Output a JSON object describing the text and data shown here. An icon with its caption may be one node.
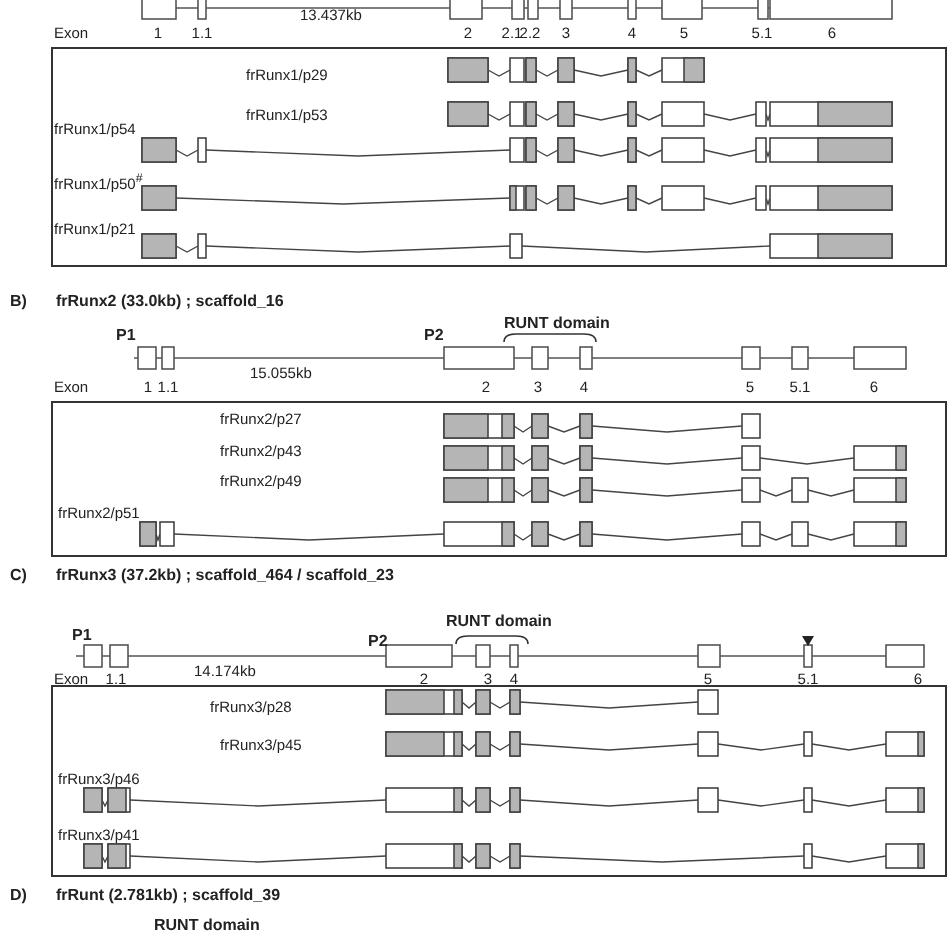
{
  "diagram": {
    "labels": [
      "13.437kb",
      "Exon",
      "1",
      "1.1",
      "2",
      "2.1",
      "2.2",
      "3",
      "4",
      "5",
      "5.1",
      "6",
      "frRunx1/p29",
      "frRunx1/p53",
      "frRunx1/p54",
      "frRunx1/p50$^{#}$",
      "frRunx1/p21",
      "B)",
      "frRunx2 (33.0kb) ; scaffold_16",
      "RUNT domain",
      "P1",
      "P2",
      "15.055kb",
      "Exon",
      "1",
      "1.1",
      "2",
      "3",
      "4",
      "5",
      "5.1",
      "6",
      "frRunx2/p27",
      "frRunx2/p43",
      "frRunx2/p49",
      "frRunx2/p51",
      "C)",
      "frRunx3 (37.2kb) ; scaffold_464 / scaffold_23",
      "RUNT domain",
      "P1",
      "P2",
      "14.174kb",
      "Exon",
      "1.1",
      "2",
      "3",
      "4",
      "5",
      "5.1",
      "6",
      "frRunx3/p28",
      "frRunx3/p45",
      "frRunx3/p46",
      "frRunx3/p41",
      "D)",
      "frRunt (2.781kb) ; scaffold_39",
      "RUNT domain"
    ]
  }
}
